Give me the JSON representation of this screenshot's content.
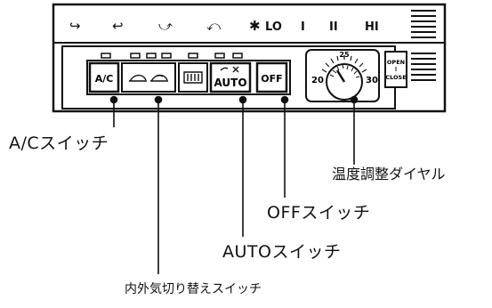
{
  "panel": {
    "fan_icons": [
      "↪",
      "↩",
      "⤻",
      "⤺",
      "✱"
    ],
    "fan_speeds": [
      "LO",
      "I",
      "II",
      "HI"
    ],
    "buttons": {
      "ac": "A/C",
      "auto": "AUTO",
      "off": "OFF"
    },
    "dial": {
      "center_top": "25",
      "left": "20",
      "right": "30"
    },
    "open_close": [
      "OPEN",
      "CLOSE"
    ]
  },
  "labels": {
    "ac_switch": "A/Cスイッチ",
    "temp_dial": "温度調整ダイヤル",
    "off_switch": "OFFスイッチ",
    "auto_switch": "AUTOスイッチ",
    "recirc_switch": "内外気切り替えスイッチ"
  }
}
